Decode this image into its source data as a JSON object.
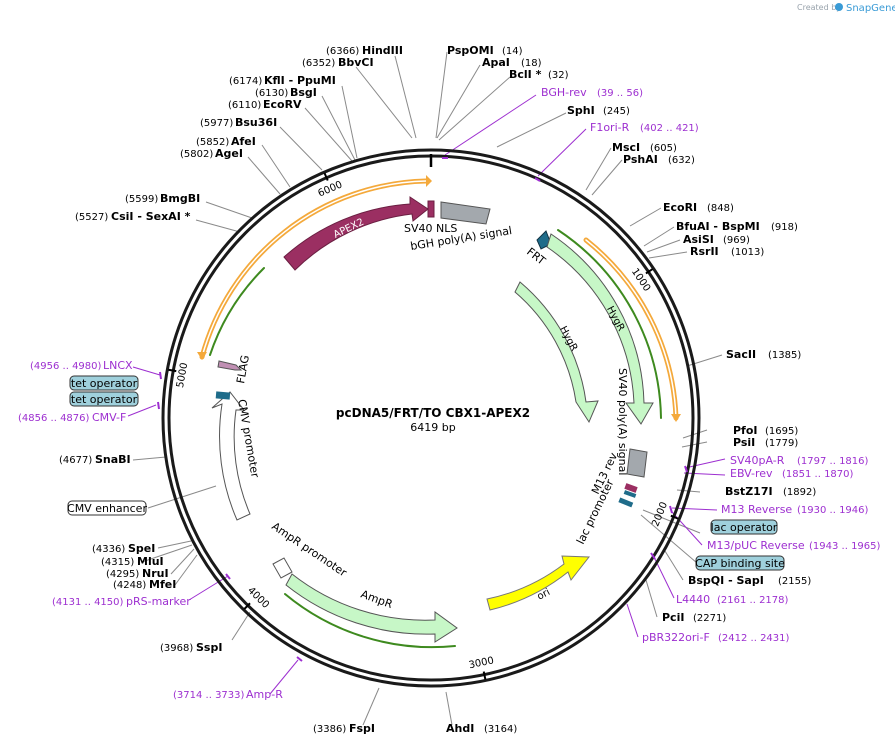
{
  "map": {
    "title": "pcDNA5/FRT/TO CBX1-APEX2",
    "length_label": "6419 bp",
    "total_bp": 6419
  },
  "branding": {
    "created_by": "Created by",
    "app_name": "SnapGene",
    "logo_color": "#3a9bd6"
  },
  "ring": {
    "ticks": [
      {
        "bp": 1000,
        "label": "1000"
      },
      {
        "bp": 2000,
        "label": "2000"
      },
      {
        "bp": 3000,
        "label": "3000"
      },
      {
        "bp": 4000,
        "label": "4000"
      },
      {
        "bp": 5000,
        "label": "5000"
      },
      {
        "bp": 6000,
        "label": "6000"
      }
    ]
  },
  "restriction_sites": [
    {
      "name": "HindIII",
      "pos": "(6366)"
    },
    {
      "name": "BbvCI",
      "pos": "(6352)"
    },
    {
      "name": "KflI  - PpuMI",
      "pos": "(6174)"
    },
    {
      "name": "BsgI",
      "pos": "(6130)"
    },
    {
      "name": "EcoRV",
      "pos": "(6110)"
    },
    {
      "name": "Bsu36I",
      "pos": "(5977)"
    },
    {
      "name": "AfeI",
      "pos": "(5852)"
    },
    {
      "name": "AgeI",
      "pos": "(5802)"
    },
    {
      "name": "BmgBI",
      "pos": "(5599)"
    },
    {
      "name": "CsiI  - SexAI *",
      "pos": "(5527)"
    },
    {
      "name": "SnaBI",
      "pos": "(4677)"
    },
    {
      "name": "SpeI",
      "pos": "(4336)"
    },
    {
      "name": "MluI",
      "pos": "(4315)"
    },
    {
      "name": "NruI",
      "pos": "(4295)"
    },
    {
      "name": "MfeI",
      "pos": "(4248)"
    },
    {
      "name": "SspI",
      "pos": "(3968)"
    },
    {
      "name": "FspI",
      "pos": "(3386)"
    },
    {
      "name": "AhdI",
      "pos": "(3164)"
    },
    {
      "name": "PciI",
      "pos": "(2271)"
    },
    {
      "name": "BspQI  - SapI",
      "pos": "(2155)"
    },
    {
      "name": "BstZ17I",
      "pos": "(1892)"
    },
    {
      "name": "PsiI",
      "pos": "(1779)"
    },
    {
      "name": "PfoI",
      "pos": "(1695)"
    },
    {
      "name": "SacII",
      "pos": "(1385)"
    },
    {
      "name": "RsrII",
      "pos": "(1013)"
    },
    {
      "name": "AsiSI",
      "pos": "(969)"
    },
    {
      "name": "BfuAI  - BspMI",
      "pos": "(918)"
    },
    {
      "name": "EcoRI",
      "pos": "(848)"
    },
    {
      "name": "PshAI",
      "pos": "(632)"
    },
    {
      "name": "MscI",
      "pos": "(605)"
    },
    {
      "name": "SphI",
      "pos": "(245)"
    },
    {
      "name": "BclI *",
      "pos": "(32)"
    },
    {
      "name": "ApaI",
      "pos": "(18)"
    },
    {
      "name": "PspOMI",
      "pos": "(14)"
    }
  ],
  "primers": [
    {
      "name": "BGH-rev",
      "pos": "(39 .. 56)"
    },
    {
      "name": "F1ori-R",
      "pos": "(402 .. 421)"
    },
    {
      "name": "SV40pA-R",
      "pos": "(1797 .. 1816)"
    },
    {
      "name": "EBV-rev",
      "pos": "(1851 .. 1870)"
    },
    {
      "name": "M13 Reverse",
      "pos": "(1930 .. 1946)"
    },
    {
      "name": "M13/pUC Reverse",
      "pos": "(1943 .. 1965)"
    },
    {
      "name": "L4440",
      "pos": "(2161 .. 2178)"
    },
    {
      "name": "pBR322ori-F",
      "pos": "(2412 .. 2431)"
    },
    {
      "name": "Amp-R",
      "pos": "(3714 .. 3733)"
    },
    {
      "name": "pRS-marker",
      "pos": "(4131 .. 4150)"
    },
    {
      "name": "CMV-F",
      "pos": "(4856 .. 4876)"
    },
    {
      "name": "LNCX",
      "pos": "(4956 .. 4980)"
    }
  ],
  "boxed_features": {
    "tet_operator_1": "tet operator",
    "tet_operator_2": "tet operator",
    "cmv_enhancer": "CMV enhancer",
    "lac_operator": "lac operator",
    "cap_binding_site": "CAP binding site"
  },
  "features": {
    "apex2": "APEX2",
    "sv40_nls": "SV40 NLS",
    "bgh_polya": "bGH poly(A) signal",
    "frt": "FRT",
    "hygr_outer": "HygR",
    "hygr_inner": "HygR",
    "sv40_polya": "SV40 poly(A) signal",
    "m13_rev": "M13 rev",
    "lac_promoter": "lac promoter",
    "ori": "ori",
    "ampr_promoter": "AmpR promoter",
    "ampr": "AmpR",
    "cmv_promoter": "CMV promoter",
    "flag": "FLAG"
  },
  "colors": {
    "primer": "#9d2fd0",
    "apex2": "#9b2f62",
    "resistance": "#c7f7c7",
    "ori": "#ffff00",
    "bgh": "#a3a8ad",
    "operator_box": "#9fd0dc",
    "orf_track": "#f4a93b",
    "orf_inner": "#3e8a1f"
  }
}
